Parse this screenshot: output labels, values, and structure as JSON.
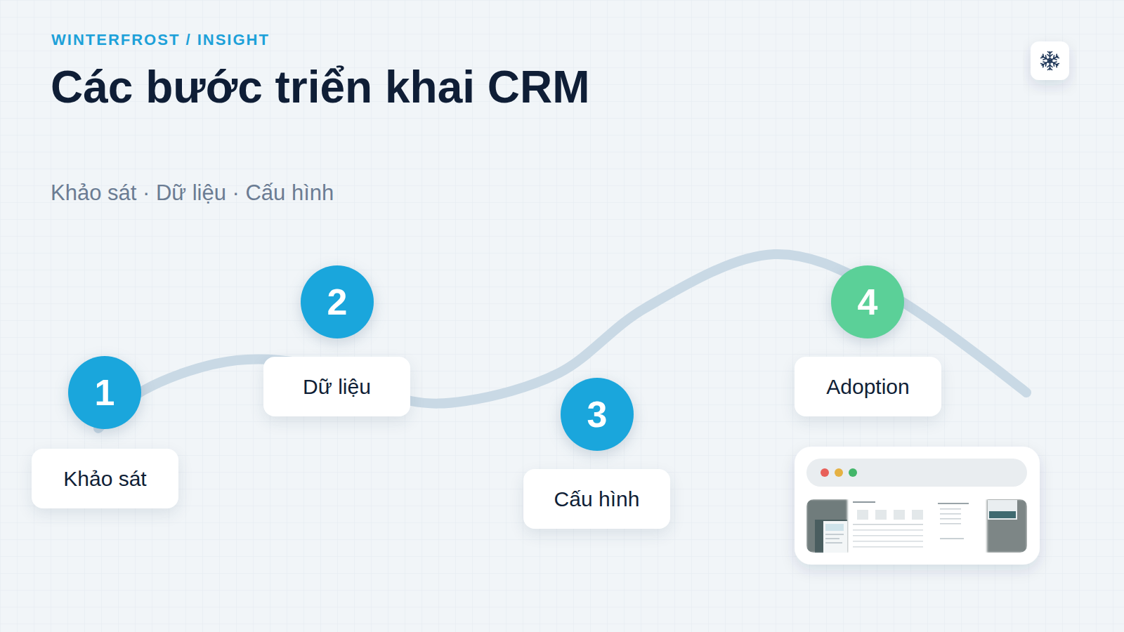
{
  "diagram": {
    "title": "Các bước triển khai CRM",
    "caption": "Khảo sát · Dữ liệu · Cấu hình",
    "nodes": [
      {
        "text": [
          "1"
        ]
      },
      {
        "text": [
          "Khảo sát"
        ]
      },
      {
        "text": [
          "2"
        ]
      },
      {
        "text": [
          "Dữ liệu"
        ]
      },
      {
        "text": [
          "3"
        ]
      },
      {
        "text": [
          "Cấu hình"
        ]
      },
      {
        "text": [
          "4"
        ]
      },
      {
        "text": [
          "Adoption"
        ]
      }
    ],
    "labels": [
      "WINTERFROST / INSIGHT"
    ]
  }
}
